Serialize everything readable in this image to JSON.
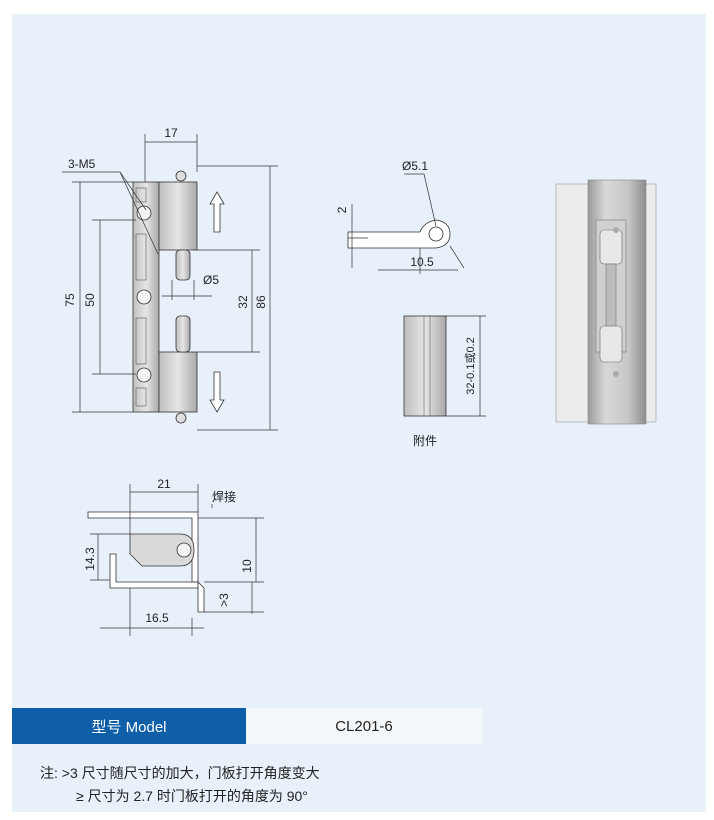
{
  "labels": {
    "dim_17": "17",
    "dim_3m5": "3-M5",
    "dim_75": "75",
    "dim_50": "50",
    "dim_phi5": "Ø5",
    "dim_32": "32",
    "dim_86": "86",
    "dim_phi51": "Ø5.1",
    "dim_2": "2",
    "dim_105": "10.5",
    "dim_32var": "32-0.1或0.2",
    "accessory": "附件",
    "dim_21": "21",
    "weld": "焊接",
    "dim_143": "14.3",
    "dim_10": "10",
    "dim_gt3": ">3",
    "dim_165": "16.5"
  },
  "model": {
    "label": "型号 Model",
    "value": "CL201-6"
  },
  "notes": {
    "line1": "注:  >3 尺寸随尺寸的加大，门板打开角度变大",
    "line2": "≥ 尺寸为 2.7 时门板打开的角度为 90°"
  }
}
